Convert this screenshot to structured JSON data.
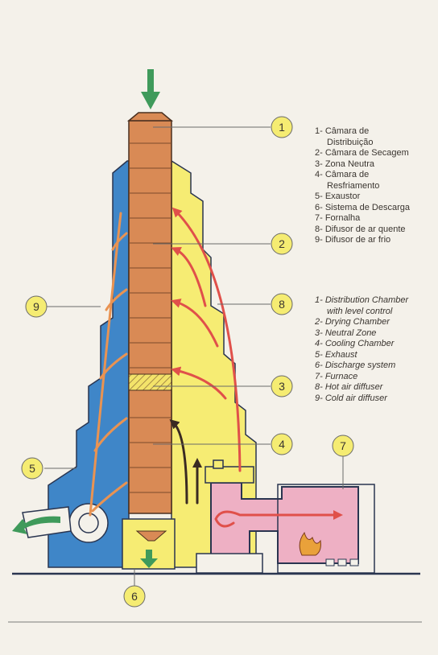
{
  "diagram": {
    "callouts": [
      "1",
      "2",
      "3",
      "4",
      "5",
      "6",
      "7",
      "8",
      "9"
    ]
  },
  "legend_pt": [
    {
      "num": "1-",
      "text": "Câmara de",
      "cont": "Distribuição"
    },
    {
      "num": "2-",
      "text": "Câmara de Secagem"
    },
    {
      "num": "3-",
      "text": "Zona Neutra"
    },
    {
      "num": "4-",
      "text": "Câmara de",
      "cont": "Resfriamento"
    },
    {
      "num": "5-",
      "text": "Exaustor"
    },
    {
      "num": "6-",
      "text": "Sistema de Descarga"
    },
    {
      "num": "7-",
      "text": "Fornalha"
    },
    {
      "num": "8-",
      "text": "Difusor de ar quente"
    },
    {
      "num": "9-",
      "text": "Difusor de ar frio"
    }
  ],
  "legend_en": [
    {
      "num": "1-",
      "text": "Distribution Chamber",
      "cont": "with level control"
    },
    {
      "num": "2-",
      "text": "Drying Chamber"
    },
    {
      "num": "3-",
      "text": "Neutral Zone"
    },
    {
      "num": "4-",
      "text": "Cooling Chamber"
    },
    {
      "num": "5-",
      "text": "Exhaust"
    },
    {
      "num": "6-",
      "text": "Discharge system"
    },
    {
      "num": "7-",
      "text": "Furnace"
    },
    {
      "num": "8-",
      "text": "Hot air diffuser"
    },
    {
      "num": "9-",
      "text": "Cold air diffuser"
    }
  ],
  "colors": {
    "column": "#d98a55",
    "blue": "#3f86c8",
    "yellow": "#f6ec73",
    "pink": "#eeb0c4",
    "callout_fill": "#f5ec72",
    "hot_arrow": "#e0504a",
    "cold_arrow": "#e99352",
    "green_arrow": "#3f9a5b"
  }
}
